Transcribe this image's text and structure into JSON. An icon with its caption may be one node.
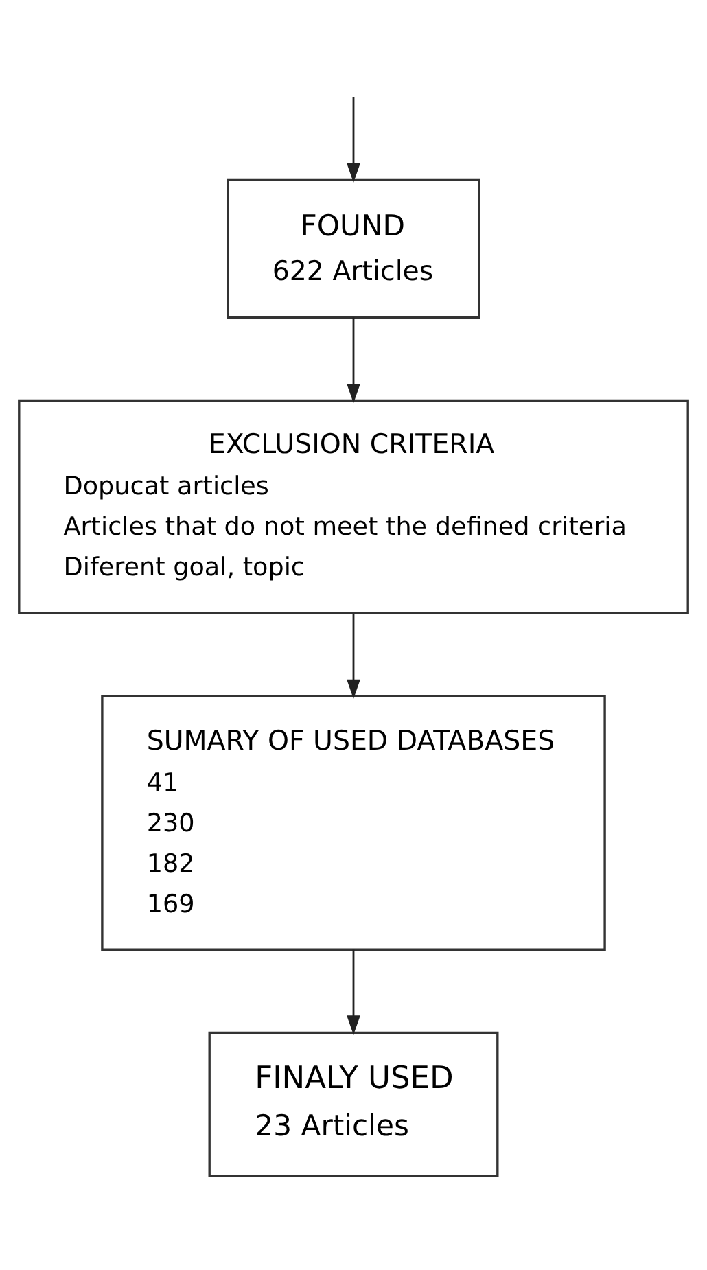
{
  "diagram": {
    "nodes": [
      {
        "text": [
          "FOUND",
          "622 Articles"
        ]
      },
      {
        "text": [
          "EXCLUSION CRITERIA",
          "Dopucat articles",
          "Articles that do not meet the defined criteria",
          "Diferent goal, topic"
        ]
      },
      {
        "text": [
          "SUMARY OF USED DATABASES",
          "41",
          "230",
          "182",
          "169"
        ]
      },
      {
        "text": [
          "FINALY USED",
          "23 Articles"
        ]
      }
    ],
    "edges": [
      {
        "from": null,
        "to": 0,
        "arrow": "to"
      },
      {
        "from": 0,
        "to": 1,
        "arrow": "to"
      },
      {
        "from": 1,
        "to": 2,
        "arrow": "to"
      },
      {
        "from": 2,
        "to": 3,
        "arrow": "to"
      }
    ]
  }
}
